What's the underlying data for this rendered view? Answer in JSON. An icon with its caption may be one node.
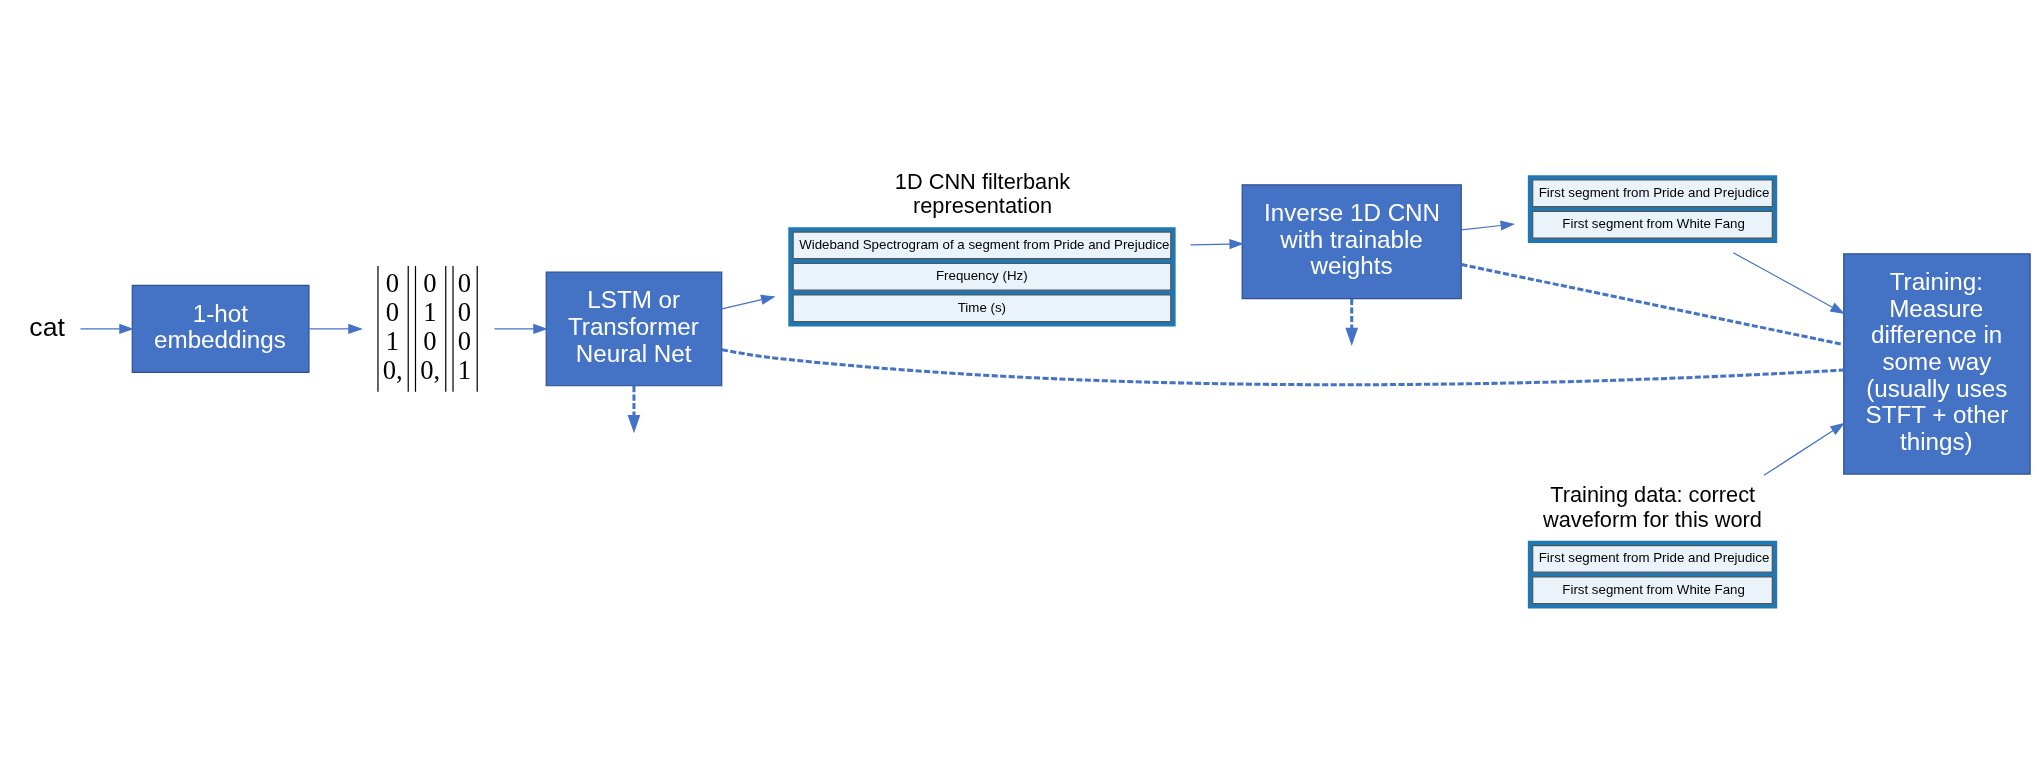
{
  "diagram": {
    "nodes": [
      {
        "text": [
          "cat"
        ]
      },
      {
        "text": [
          "1-hot embeddings"
        ]
      },
      {
        "text": [
          "0 0 1 0,",
          "0 1 0 0,",
          "0 0 0 1"
        ]
      },
      {
        "text": [
          "LSTM or Transformer Neural Net"
        ]
      },
      {
        "text": [
          "Wideband Spectrogram of a segment from Pride and Prejudice",
          "Frequency (Hz)",
          "Time (s)"
        ],
        "beside": [
          "1D CNN filterbank representation"
        ]
      },
      {
        "text": [
          "Inverse 1D CNN with trainable weights"
        ]
      },
      {
        "text": [
          "First segment from Pride and Prejudice",
          "First segment from White Fang"
        ]
      },
      {
        "text": [
          "Training: Measure difference in some way (usually uses STFT + other things)"
        ]
      },
      {
        "text": [
          "First segment from Pride and Prejudice",
          "First segment from White Fang"
        ],
        "beside": [
          "Training data: correct waveform for this word"
        ]
      }
    ],
    "edges": [
      {
        "from": 0,
        "to": 1,
        "arrow": "to"
      },
      {
        "from": 1,
        "to": 2,
        "arrow": "to"
      },
      {
        "from": 2,
        "to": 3,
        "arrow": "to"
      },
      {
        "from": 3,
        "to": 4,
        "arrow": "to"
      },
      {
        "from": 4,
        "to": 5,
        "arrow": "to"
      },
      {
        "from": 5,
        "to": 6,
        "arrow": "to"
      },
      {
        "from": 3,
        "to": null,
        "arrow": "to",
        "style": "dashed"
      },
      {
        "from": 5,
        "to": null,
        "arrow": "to",
        "style": "dashed"
      },
      {
        "from": 3,
        "to": 7,
        "arrow": "none",
        "style": "dashed"
      },
      {
        "from": 5,
        "to": 7,
        "arrow": "none",
        "style": "dashed"
      },
      {
        "from": 8,
        "to": 7,
        "arrow": "to"
      },
      {
        "from": 6,
        "to": 7,
        "arrow": "to"
      }
    ]
  }
}
